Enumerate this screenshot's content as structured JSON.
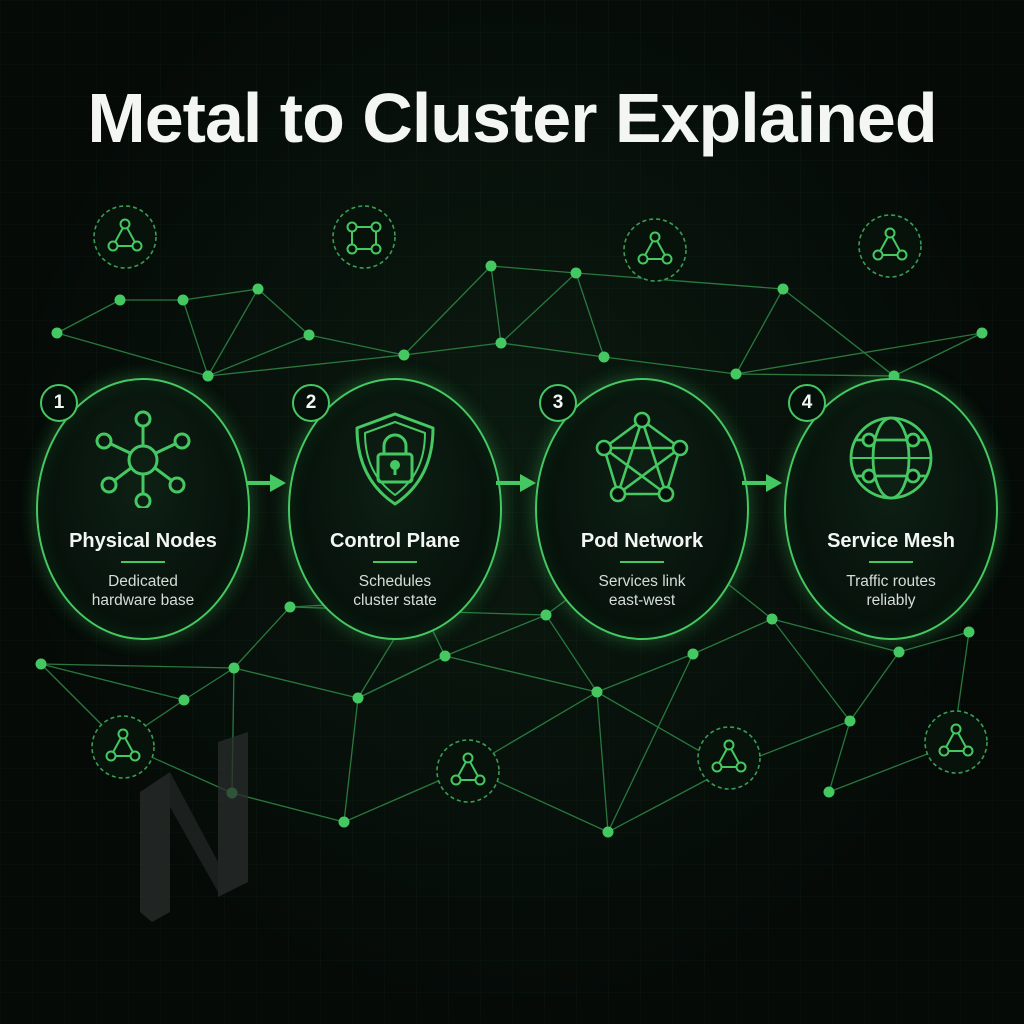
{
  "title": "Metal to Cluster Explained",
  "stages": [
    {
      "number": "1",
      "label": "Physical Nodes",
      "sub_line1": "Dedicated",
      "sub_line2": "hardware base",
      "icon": "hub-nodes-icon"
    },
    {
      "number": "2",
      "label": "Control Plane",
      "sub_line1": "Schedules",
      "sub_line2": "cluster state",
      "icon": "shield-lock-icon"
    },
    {
      "number": "3",
      "label": "Pod Network",
      "sub_line1": "Services link",
      "sub_line2": "east-west",
      "icon": "pentagon-mesh-icon"
    },
    {
      "number": "4",
      "label": "Service Mesh",
      "sub_line1": "Traffic routes",
      "sub_line2": "reliably",
      "icon": "globe-mesh-icon"
    }
  ],
  "colors": {
    "accent": "#45c862",
    "background": "#050a07",
    "text": "#f4f6f4",
    "line": "#2f8a47"
  }
}
